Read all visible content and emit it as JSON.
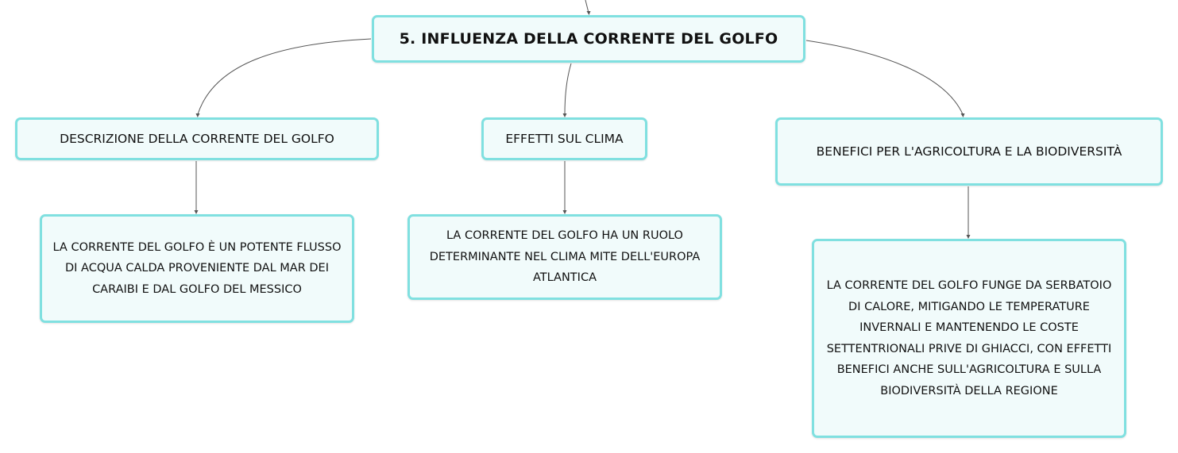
{
  "root": {
    "title": "5. INFLUENZA DELLA CORRENTE DEL GOLFO"
  },
  "branches": [
    {
      "title": "DESCRIZIONE DELLA CORRENTE DEL GOLFO",
      "detail": "LA CORRENTE DEL GOLFO È UN POTENTE FLUSSO DI ACQUA CALDA PROVENIENTE DAL MAR DEI CARAIBI E DAL GOLFO DEL MESSICO"
    },
    {
      "title": "EFFETTI SUL CLIMA",
      "detail": "LA CORRENTE DEL GOLFO HA UN RUOLO DETERMINANTE NEL CLIMA MITE DELL'EUROPA ATLANTICA"
    },
    {
      "title": "BENEFICI PER L'AGRICOLTURA E LA BIODIVERSITÀ",
      "detail": "LA CORRENTE DEL GOLFO FUNGE DA SERBATOIO DI CALORE, MITIGANDO LE TEMPERATURE INVERNALI E MANTENENDO LE COSTE SETTENTRIONALI PRIVE DI GHIACCI, CON EFFETTI BENEFICI ANCHE SULL'AGRICOLTURA E SULLA BIODIVERSITÀ DELLA REGIONE"
    }
  ],
  "colors": {
    "node_border": "#80e0e0",
    "node_fill": "#f1fbfb",
    "connector": "#555555",
    "text": "#111111"
  }
}
